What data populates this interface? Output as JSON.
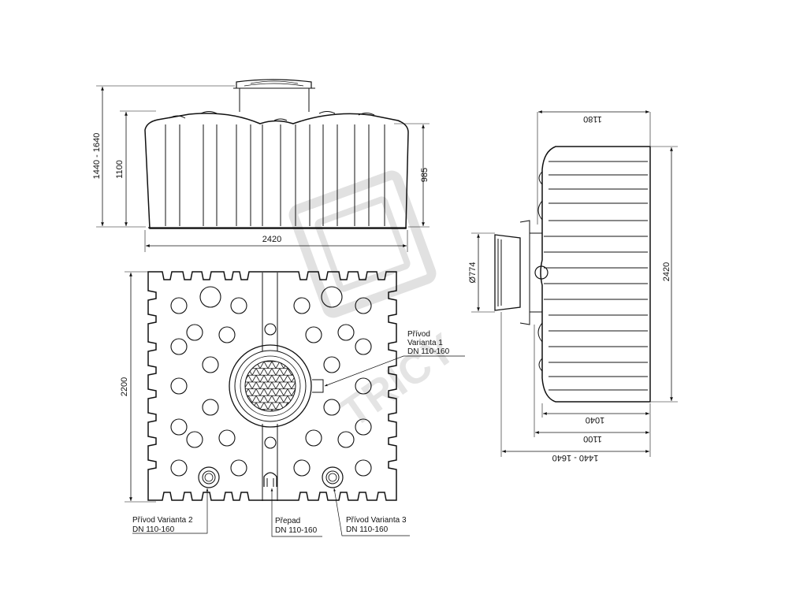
{
  "front_view": {
    "dim_total_height": "1440 - 1640",
    "dim_body_height": "1100",
    "dim_inlet_height": "985",
    "dim_width": "2420"
  },
  "top_view": {
    "dim_depth": "2200",
    "label_variant1": [
      "Přívod",
      "Varianta 1",
      "DN 110-160"
    ],
    "label_variant2": [
      "Přívod Varianta 2",
      "DN 110-160"
    ],
    "label_overflow": [
      "Přepad",
      "DN 110-160"
    ],
    "label_variant3": [
      "Přívod Varianta 3",
      "DN 110-160"
    ]
  },
  "side_view": {
    "dim_top": "1180",
    "dim_length": "2420",
    "dim_manhole": "Ø774",
    "dim_bottom_1": "1040",
    "dim_bottom_2": "1100",
    "dim_bottom_3": "1440 - 1640"
  },
  "colors": {
    "line": "#111111",
    "watermark": "#e1e1e1"
  },
  "watermark": "TRICY"
}
